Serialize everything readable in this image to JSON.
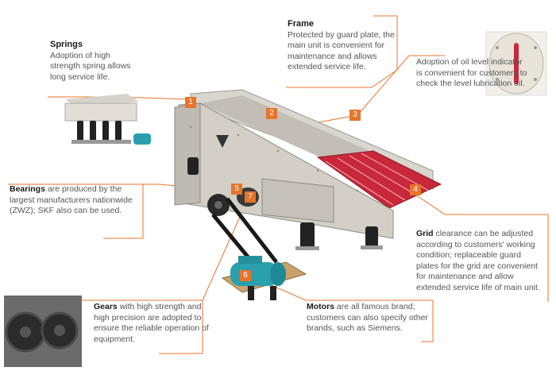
{
  "colors": {
    "accent": "#e8742c",
    "machine": "#cfcbc3",
    "grid": "#c8283a",
    "motor": "#2aa0ad"
  },
  "callouts": {
    "springs": {
      "title": "Springs",
      "body": "Adoption of high strength spring allows long service life."
    },
    "frame": {
      "title": "Frame",
      "body": "Protected by guard plate, the main unit is convenient for maintenance and allows extended service life."
    },
    "oil": {
      "body": "Adoption of oil level indicator is convenient for customers to check the level lubrication oil."
    },
    "bearings": {
      "lead": "Bearings",
      "body": " are produced by the largest manufacturers nationwide (ZWZ); SKF also can be used."
    },
    "grid": {
      "lead": "Grid",
      "body": " clearance can be adjusted according to customers' working condition; replaceable guard plates for the grid are convenient for maintenance and allow extended service life of main unit."
    },
    "gears": {
      "lead": "Gears",
      "body": " with high strength and high precision are adopted to ensure the reliable operation of equipment."
    },
    "motors": {
      "lead": "Motors",
      "body": " are all famous brand; customers can also specify other brands, such as Siemens."
    }
  },
  "badges": [
    "1",
    "2",
    "3",
    "4",
    "5",
    "6",
    "7"
  ],
  "icons": [
    "springs-photo",
    "oil-indicator-photo",
    "gears-photo"
  ]
}
